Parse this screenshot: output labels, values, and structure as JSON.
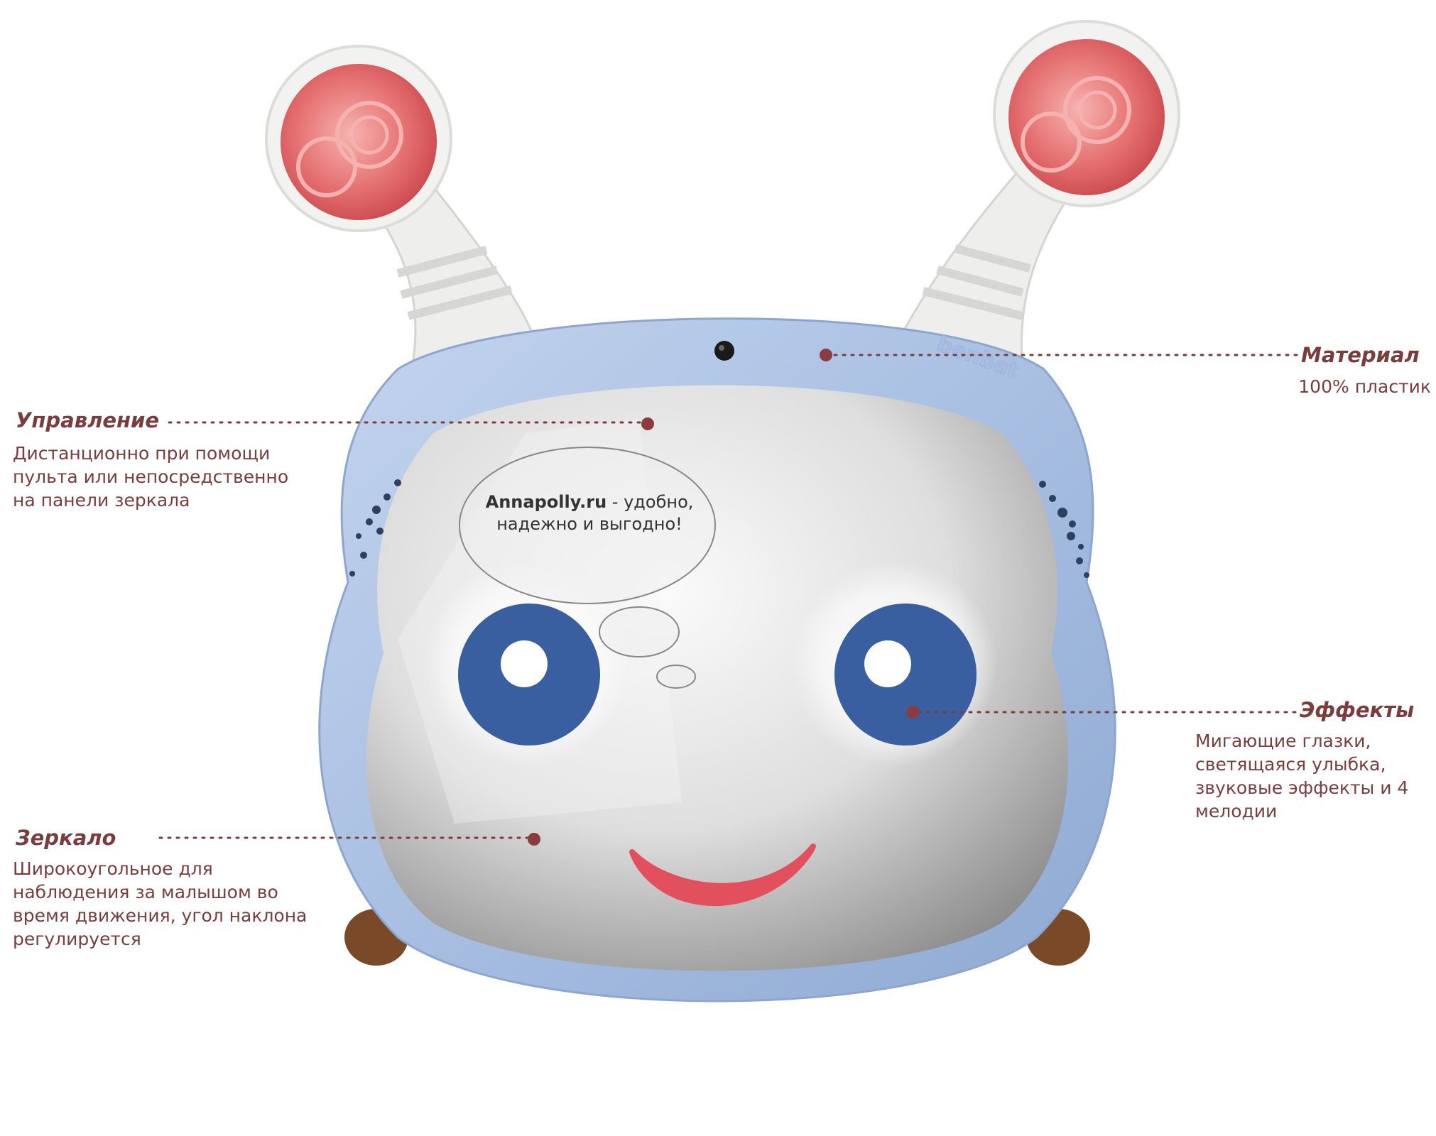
{
  "brand_mark": "benbat",
  "thought_bubble": {
    "brand": "Annapolly.ru",
    "text": " - удобно, надежно и выгодно!"
  },
  "callouts": {
    "upravlenie": {
      "title": "Управление",
      "description": "Дистанционно при помощи пульта или непосредственно на панели зеркала"
    },
    "zerkalo": {
      "title": "Зеркало",
      "description": "Широкоугольное для наблюдения за малышом во время движения, угол наклона регулируется"
    },
    "material": {
      "title": "Материал",
      "description": "100% пластик"
    },
    "effekty": {
      "title": "Эффекты",
      "description": "Мигающие глазки, светящаяся улыбка, звуковые эффекты и 4 мелодии"
    }
  },
  "colors": {
    "frame": "#a9c0e3",
    "eye_iris": "#3a5fa0",
    "smile": "#e2505e",
    "lens": "#e0676b",
    "callout_text": "#7a3d3d",
    "dot": "#8a3c40"
  }
}
